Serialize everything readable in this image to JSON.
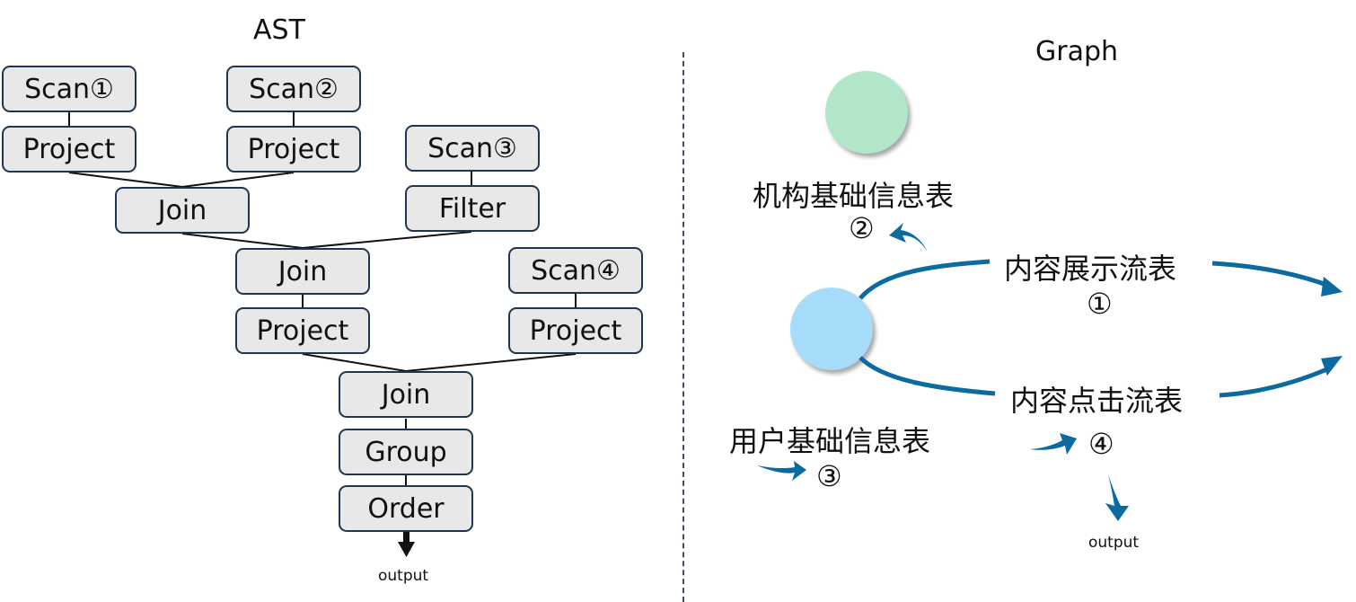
{
  "ast": {
    "title": "AST",
    "nodes": {
      "scan1": "Scan①",
      "project1": "Project",
      "scan2": "Scan②",
      "project2": "Project",
      "scan3": "Scan③",
      "filter": "Filter",
      "join1": "Join",
      "join2": "Join",
      "project3": "Project",
      "scan4": "Scan④",
      "project4": "Project",
      "join3": "Join",
      "group": "Group",
      "order": "Order"
    },
    "output_label": "output"
  },
  "graph": {
    "title": "Graph",
    "colors": {
      "org_node": "#b2e6c8",
      "main_node": "#a6dcfa",
      "arrow": "#0b6aa0"
    },
    "tables": {
      "org_info": {
        "label": "机构基础信息表",
        "number": "②"
      },
      "content_display": {
        "label": "内容展示流表",
        "number": "①"
      },
      "content_click": {
        "label": "内容点击流表",
        "number": "④"
      },
      "user_info": {
        "label": "用户基础信息表",
        "number": "③"
      }
    },
    "output_label": "output"
  }
}
